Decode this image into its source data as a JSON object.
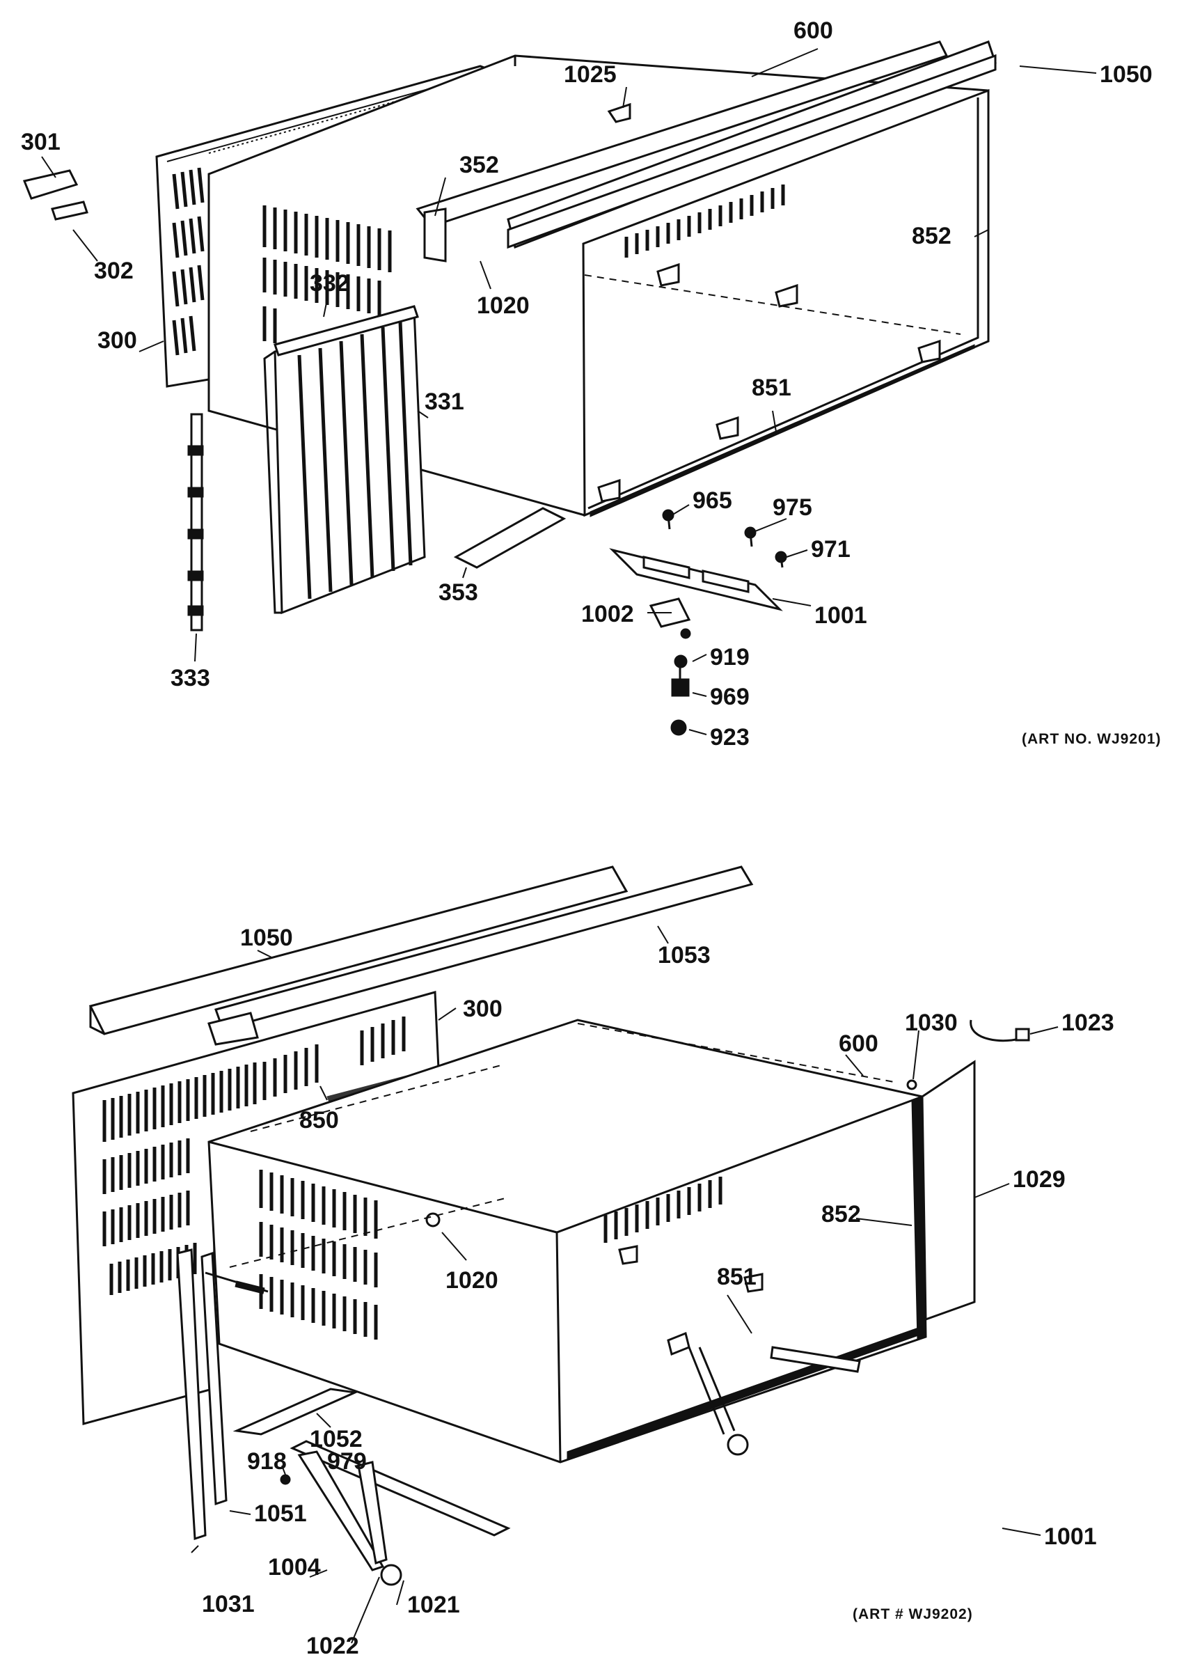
{
  "diagram": {
    "top": {
      "art_no": "(ART NO. WJ9201)",
      "labels": {
        "l600": "600",
        "l1050": "1050",
        "l1025": "1025",
        "l301": "301",
        "l302": "302",
        "l352": "352",
        "l852": "852",
        "l332": "332",
        "l1020": "1020",
        "l300": "300",
        "l331": "331",
        "l851": "851",
        "l965": "965",
        "l975": "975",
        "l971": "971",
        "l353": "353",
        "l1002": "1002",
        "l1001": "1001",
        "l919": "919",
        "l969": "969",
        "l923": "923",
        "l333": "333"
      }
    },
    "bottom": {
      "art_no": "(ART # WJ9202)",
      "labels": {
        "l1050": "1050",
        "l1053": "1053",
        "l300": "300",
        "l1030": "1030",
        "l1023": "1023",
        "l600": "600",
        "l850": "850",
        "l1029": "1029",
        "l852": "852",
        "l1020": "1020",
        "l851": "851",
        "l1052": "1052",
        "l918": "918",
        "l979": "979",
        "l1001": "1001",
        "l1051": "1051",
        "l1004": "1004",
        "l1031": "1031",
        "l1021": "1021",
        "l1022": "1022"
      }
    }
  }
}
